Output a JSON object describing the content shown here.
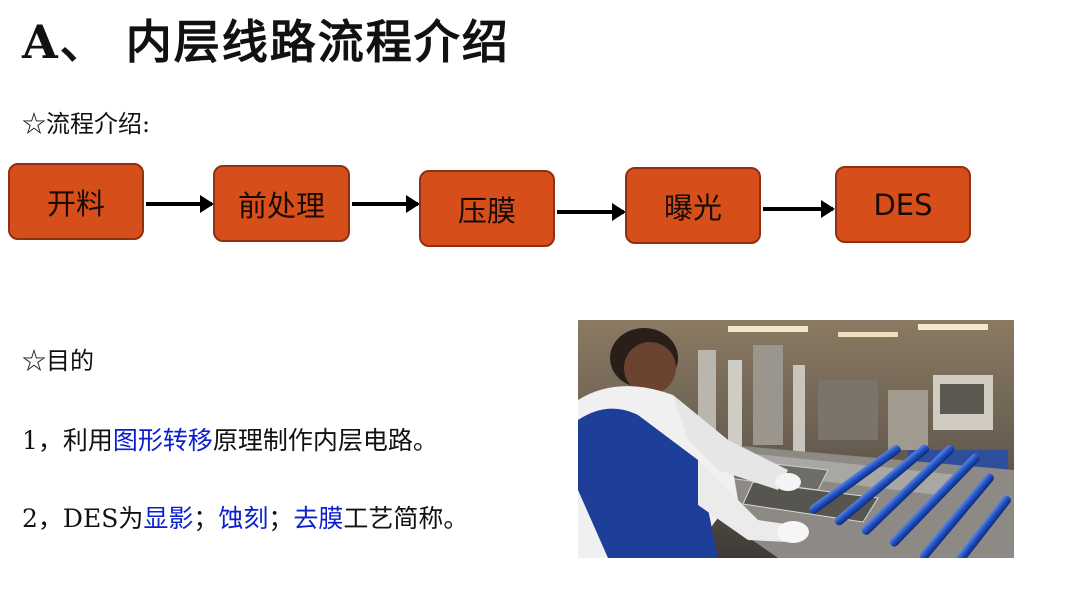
{
  "title": "A、 内层线路流程介绍",
  "flow_section_label": "☆流程介绍:",
  "flow_steps": [
    "开料",
    "前处理",
    "压膜",
    "曝光",
    "DES"
  ],
  "purpose_label": "☆目的",
  "point1": {
    "prefix": "1，利用",
    "highlight": "图形转移",
    "suffix": "原理制作内层电路。"
  },
  "point2": {
    "prefix": "2，DES为",
    "hl1": "显影",
    "sep1": "；",
    "hl2": "蚀刻",
    "sep2": "；",
    "hl3": "去膜",
    "suffix": "工艺简称。"
  },
  "colors": {
    "box_fill": "#d64f1a",
    "box_border": "#8c3112",
    "highlight_text": "#0b1fcf"
  }
}
